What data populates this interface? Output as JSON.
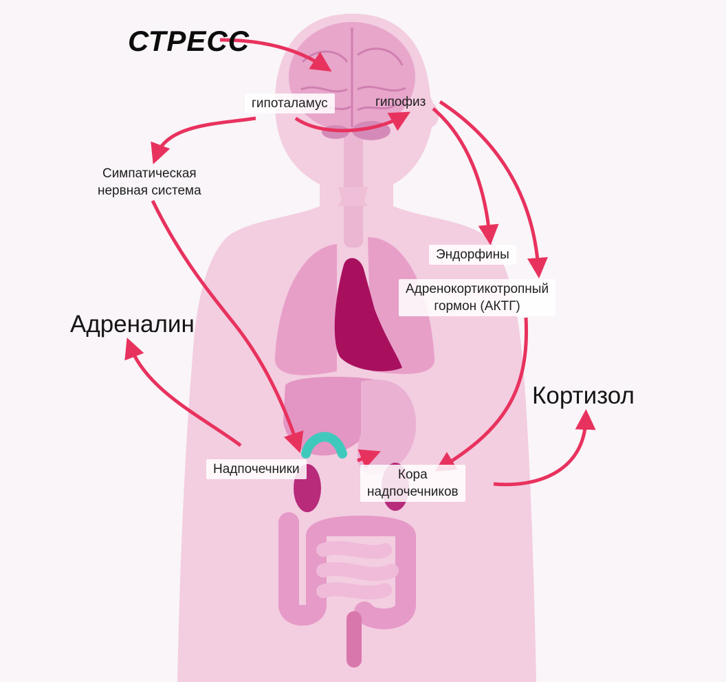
{
  "diagram": {
    "stress": "СТРЕСС",
    "hypothalamus": "гипоталамус",
    "pituitary": "гипофиз",
    "sympathetic": {
      "line1": "Симпатическая",
      "line2": "нервная система"
    },
    "endorphins": "Эндорфины",
    "acth": {
      "line1": "Адренокортикотропный",
      "line2": "гормон (АКТГ)"
    },
    "adrenaline": "Адреналин",
    "cortisol": "Кортизол",
    "adrenals": "Надпочечники",
    "adrenal_cortex": {
      "line1": "Кора",
      "line2": "надпочечников"
    }
  },
  "colors": {
    "arrow": "#e8325e",
    "body": "#f3cde0",
    "organ": "#e79fc8",
    "organ_dark": "#c2428a",
    "heart": "#a8105e",
    "gland": "#3fc9bd",
    "background": "#f9f5f8"
  }
}
